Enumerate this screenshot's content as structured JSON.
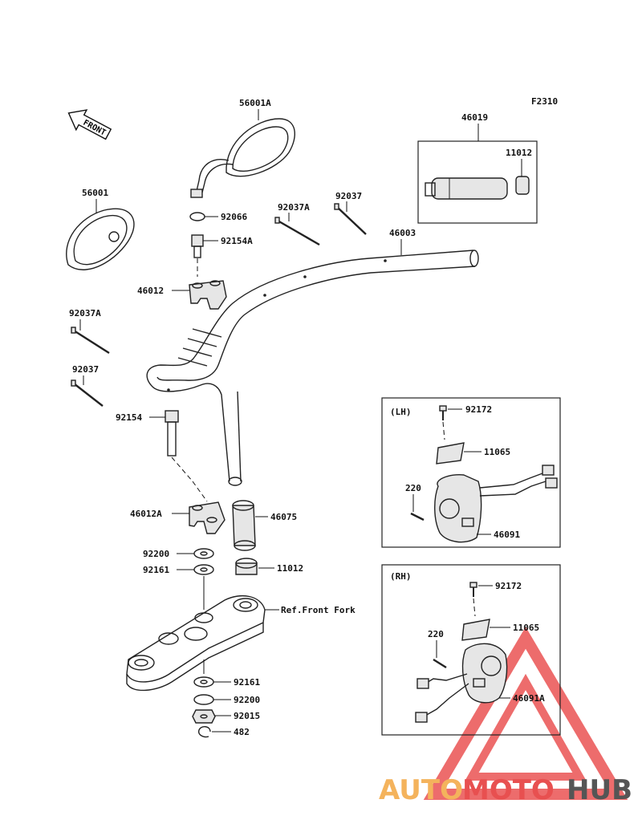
{
  "diagram": {
    "fig_code": "F2310",
    "front_label": "FRONT",
    "ref_label": "Ref.Front Fork",
    "lh_box_title": "(LH)",
    "rh_box_title": "(RH)",
    "labels": {
      "mirror_right": "56001A",
      "mirror_left": "56001",
      "washer_92066": "92066",
      "bolt_92154a": "92154A",
      "bracket_upper": "46012",
      "strap_92037a_top": "92037A",
      "strap_92037_top": "92037",
      "strap_92037a_left": "92037A",
      "strap_92037_left": "92037",
      "handlebar": "46003",
      "grip_box": "46019",
      "grip_end_box": "11012",
      "bolt_92154": "92154",
      "bracket_lower": "46012A",
      "grip_left": "46075",
      "washer_92200_top": "92200",
      "washer_92161_top": "92161",
      "grip_end_left": "11012",
      "washer_92161_bottom": "92161",
      "washer_92200_bottom": "92200",
      "nut_92015": "92015",
      "clip_482": "482",
      "lh_screw": "92172",
      "lh_cover": "11065",
      "lh_bolt": "220",
      "lh_switch": "46091",
      "rh_screw": "92172",
      "rh_cover": "11065",
      "rh_bolt": "220",
      "rh_switch": "46091A"
    }
  },
  "watermark": {
    "text_part1": "AUTO",
    "text_part2": "MOTO",
    "text_part3": "HUB",
    "color1": "#f4b35c",
    "color2": "#e85050",
    "color3": "#555555",
    "triangle_color": "#e83c3c"
  }
}
